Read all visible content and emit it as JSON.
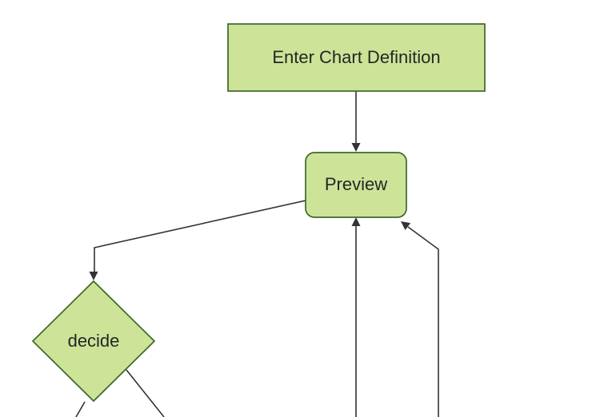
{
  "diagram": {
    "type": "flowchart",
    "direction": "top-down",
    "nodes": [
      {
        "id": "enter-chart-definition",
        "label": "Enter Chart Definition",
        "shape": "rectangle"
      },
      {
        "id": "preview",
        "label": "Preview",
        "shape": "rounded-rectangle"
      },
      {
        "id": "decide",
        "label": "decide",
        "shape": "diamond"
      }
    ],
    "edges": [
      {
        "from": "enter-chart-definition",
        "to": "preview",
        "style": "arrow"
      },
      {
        "from": "preview",
        "to": "decide",
        "style": "arrow"
      },
      {
        "from": "offscreen-bottom-center",
        "to": "preview",
        "style": "arrow"
      },
      {
        "from": "offscreen-bottom-right",
        "to": "preview",
        "style": "arrow"
      },
      {
        "from": "decide",
        "to": "offscreen-bottom-left",
        "style": "line-cut-off"
      },
      {
        "from": "decide",
        "to": "offscreen-bottom-right",
        "style": "line-cut-off"
      }
    ]
  },
  "theme": {
    "node_fill": "#cde498",
    "node_border": "#3e672a",
    "edge_color": "#333333",
    "text_color": "#262626",
    "background": "#ffffff"
  }
}
